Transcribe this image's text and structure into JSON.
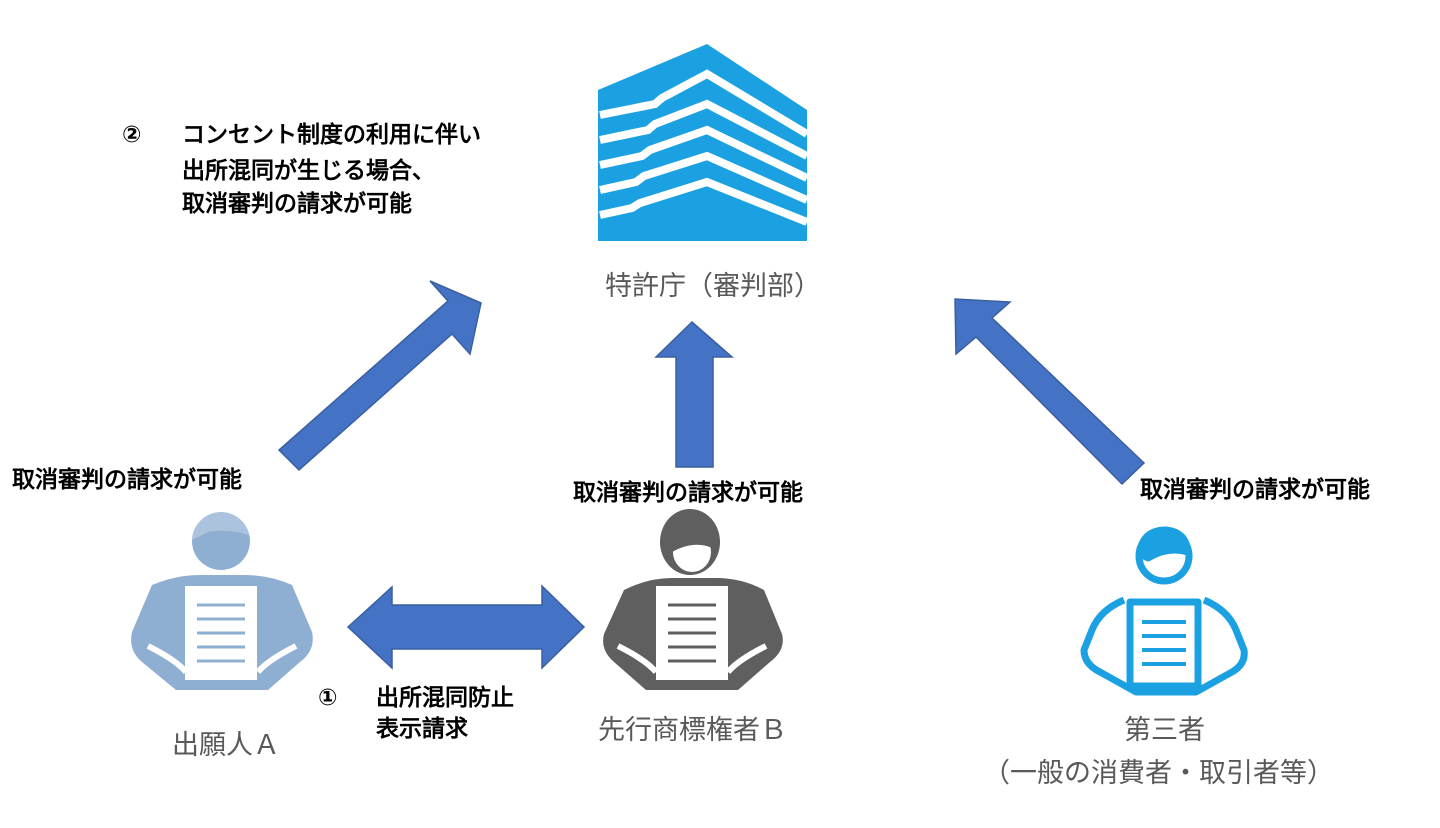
{
  "note2": {
    "number": "②",
    "lines": [
      "コンセント制度の利用に伴い",
      "出所混同が生じる場合、",
      "取消審判の請求が可能"
    ]
  },
  "note1": {
    "number": "①",
    "lines": [
      "出所混同防止",
      "表示請求"
    ]
  },
  "jpo_label": "特許庁（審判部）",
  "request_left": "取消審判の請求が可能",
  "request_center": "取消審判の請求が可能",
  "request_right": "取消審判の請求が可能",
  "applicant_label": "出願人Ａ",
  "prior_holder_label": "先行商標権者Ｂ",
  "third_party_label": "第三者",
  "third_party_sub": "（一般の消費者・取引者等）",
  "colors": {
    "arrow": "#4472c4",
    "building": "#1ba1e2",
    "applicant": "#8fafd2",
    "prior_holder": "#5f5f5f",
    "third_party": "#1ba1e2"
  }
}
